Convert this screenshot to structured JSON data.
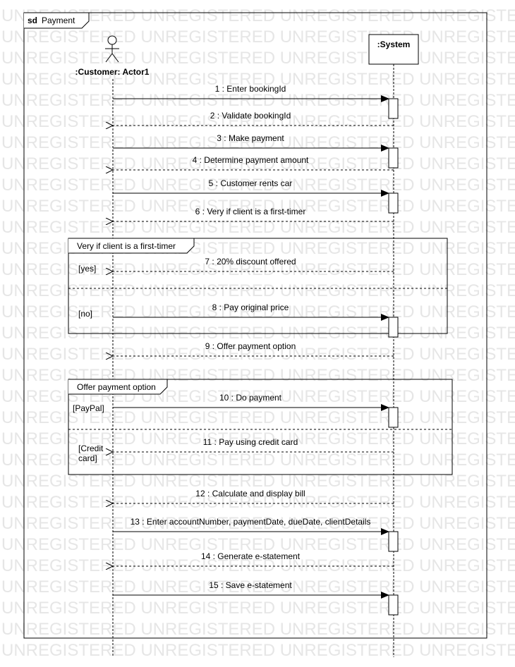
{
  "frame": {
    "keyword": "sd",
    "name": "Payment"
  },
  "watermark": "UNREGISTERED UNREGISTERED UNREGISTERED UNREGISTERED",
  "lifelines": {
    "actor": ":Customer: Actor1",
    "system": ":System"
  },
  "messages": [
    {
      "text": "1 : Enter bookingId",
      "type": "call"
    },
    {
      "text": "2 : Validate bookingId",
      "type": "return"
    },
    {
      "text": "3 : Make payment",
      "type": "call"
    },
    {
      "text": "4 : Determine payment amount",
      "type": "return"
    },
    {
      "text": "5 : Customer rents car",
      "type": "call"
    },
    {
      "text": "6 : Very if client is a first-timer",
      "type": "return"
    },
    {
      "text": "7 : 20% discount offered",
      "type": "return"
    },
    {
      "text": "8 : Pay original price",
      "type": "call"
    },
    {
      "text": "9 : Offer payment option",
      "type": "return"
    },
    {
      "text": "10 : Do payment",
      "type": "call"
    },
    {
      "text": "11 : Pay using credit card",
      "type": "return"
    },
    {
      "text": "12 : Calculate and display bill",
      "type": "return"
    },
    {
      "text": "13 : Enter accountNumber, paymentDate, dueDate, clientDetails",
      "type": "call"
    },
    {
      "text": "14 : Generate e-statement",
      "type": "return"
    },
    {
      "text": "15 : Save e-statement",
      "type": "call"
    }
  ],
  "fragments": [
    {
      "title": "Very if client is a first-timer",
      "guards": [
        "[yes]",
        "[no]"
      ]
    },
    {
      "title": "Offer payment option",
      "guards": [
        "[PayPal]",
        "[Credit",
        "card]"
      ]
    }
  ]
}
